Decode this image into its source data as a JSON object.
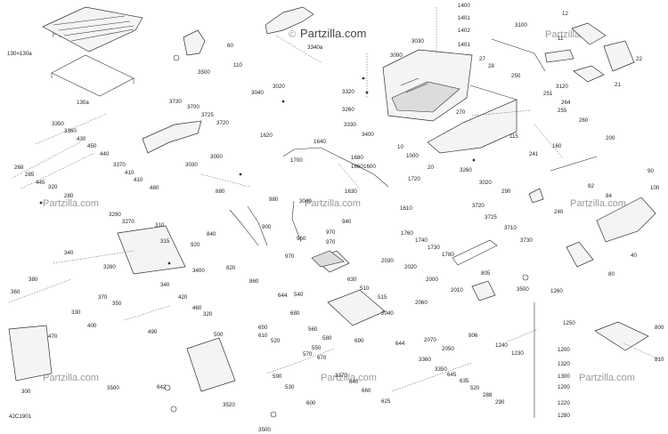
{
  "watermark": {
    "brand": "Partzilla.com",
    "copyright_symbol": "©"
  },
  "diagram_code": "42C1901",
  "labels": [
    {
      "id": "l130",
      "text": "130=130a"
    },
    {
      "id": "l130a",
      "text": "130a"
    },
    {
      "id": "l60",
      "text": "60"
    },
    {
      "id": "l110",
      "text": "110"
    },
    {
      "id": "l3500a",
      "text": "3500"
    },
    {
      "id": "l3340a",
      "text": "3340a"
    },
    {
      "id": "l1400",
      "text": "1400"
    },
    {
      "id": "l1401a",
      "text": "1401"
    },
    {
      "id": "l1402",
      "text": "1402"
    },
    {
      "id": "l1401b",
      "text": "1401"
    },
    {
      "id": "l3030a",
      "text": "3030"
    },
    {
      "id": "l3090",
      "text": "3090"
    },
    {
      "id": "l27",
      "text": "27"
    },
    {
      "id": "l28",
      "text": "28"
    },
    {
      "id": "l3100",
      "text": "3100"
    },
    {
      "id": "l12",
      "text": "12"
    },
    {
      "id": "l11",
      "text": "11"
    },
    {
      "id": "l22",
      "text": "22"
    },
    {
      "id": "l21",
      "text": "21"
    },
    {
      "id": "l3120",
      "text": "3120"
    },
    {
      "id": "l250",
      "text": "250"
    },
    {
      "id": "l251",
      "text": "251"
    },
    {
      "id": "l264",
      "text": "264"
    },
    {
      "id": "l255",
      "text": "255"
    },
    {
      "id": "l260",
      "text": "260"
    },
    {
      "id": "l3040a",
      "text": "3040"
    },
    {
      "id": "l3020a",
      "text": "3020"
    },
    {
      "id": "l3320",
      "text": "3320"
    },
    {
      "id": "l3260a",
      "text": "3260"
    },
    {
      "id": "l3330",
      "text": "3330"
    },
    {
      "id": "l3400a",
      "text": "3400"
    },
    {
      "id": "l10",
      "text": "10"
    },
    {
      "id": "l1000",
      "text": "1000"
    },
    {
      "id": "l270",
      "text": "270"
    },
    {
      "id": "l20",
      "text": "20"
    },
    {
      "id": "l115",
      "text": "115"
    },
    {
      "id": "l200",
      "text": "200"
    },
    {
      "id": "l160",
      "text": "160"
    },
    {
      "id": "l241",
      "text": "241"
    },
    {
      "id": "l3260b",
      "text": "3260"
    },
    {
      "id": "l3020b",
      "text": "3020"
    },
    {
      "id": "l290a",
      "text": "290"
    },
    {
      "id": "l3730a",
      "text": "3730"
    },
    {
      "id": "l3700",
      "text": "3700"
    },
    {
      "id": "l3725a",
      "text": "3725"
    },
    {
      "id": "l3720a",
      "text": "3720"
    },
    {
      "id": "l3350a",
      "text": "3350"
    },
    {
      "id": "l3360a",
      "text": "3360"
    },
    {
      "id": "l430",
      "text": "430"
    },
    {
      "id": "l450",
      "text": "450"
    },
    {
      "id": "l440",
      "text": "440"
    },
    {
      "id": "l3370a",
      "text": "3370"
    },
    {
      "id": "l410a",
      "text": "410"
    },
    {
      "id": "l410b",
      "text": "410"
    },
    {
      "id": "l480",
      "text": "480"
    },
    {
      "id": "l268",
      "text": "268"
    },
    {
      "id": "l285",
      "text": "285"
    },
    {
      "id": "l445",
      "text": "445"
    },
    {
      "id": "l320a",
      "text": "320"
    },
    {
      "id": "l280",
      "text": "280"
    },
    {
      "id": "l1620",
      "text": "1620"
    },
    {
      "id": "l1640",
      "text": "1640"
    },
    {
      "id": "l1700",
      "text": "1700"
    },
    {
      "id": "l1680",
      "text": "1680"
    },
    {
      "id": "l1660",
      "text": "1660"
    },
    {
      "id": "l1600",
      "text": "1600"
    },
    {
      "id": "l1630",
      "text": "1630"
    },
    {
      "id": "l1720",
      "text": "1720"
    },
    {
      "id": "l1610",
      "text": "1610"
    },
    {
      "id": "l3030b",
      "text": "3030"
    },
    {
      "id": "l3000",
      "text": "3000"
    },
    {
      "id": "l90",
      "text": "90"
    },
    {
      "id": "l100",
      "text": "100"
    },
    {
      "id": "l82",
      "text": "82"
    },
    {
      "id": "l84",
      "text": "84"
    },
    {
      "id": "l240",
      "text": "240"
    },
    {
      "id": "l40",
      "text": "40"
    },
    {
      "id": "l80",
      "text": "80"
    },
    {
      "id": "l880",
      "text": "880"
    },
    {
      "id": "l980",
      "text": "980"
    },
    {
      "id": "l3040b",
      "text": "3040"
    },
    {
      "id": "l940",
      "text": "940"
    },
    {
      "id": "l900",
      "text": "900"
    },
    {
      "id": "l970a",
      "text": "970"
    },
    {
      "id": "l960",
      "text": "960"
    },
    {
      "id": "l970b",
      "text": "970"
    },
    {
      "id": "l970c",
      "text": "970"
    },
    {
      "id": "l840",
      "text": "840"
    },
    {
      "id": "l920",
      "text": "920"
    },
    {
      "id": "l820",
      "text": "820"
    },
    {
      "id": "l860",
      "text": "860"
    },
    {
      "id": "l3290",
      "text": "3290"
    },
    {
      "id": "l3270",
      "text": "3270"
    },
    {
      "id": "l310",
      "text": "310"
    },
    {
      "id": "l315",
      "text": "315"
    },
    {
      "id": "l3280",
      "text": "3280"
    },
    {
      "id": "l3400b",
      "text": "3400"
    },
    {
      "id": "l3720b",
      "text": "3720"
    },
    {
      "id": "l3725b",
      "text": "3725"
    },
    {
      "id": "l3710",
      "text": "3710"
    },
    {
      "id": "l3730b",
      "text": "3730"
    },
    {
      "id": "l1760",
      "text": "1760"
    },
    {
      "id": "l1740",
      "text": "1740"
    },
    {
      "id": "l1730",
      "text": "1730"
    },
    {
      "id": "l1780",
      "text": "1780"
    },
    {
      "id": "l3500b",
      "text": "3500"
    },
    {
      "id": "l1260",
      "text": "1260"
    },
    {
      "id": "l340a",
      "text": "340"
    },
    {
      "id": "l380",
      "text": "380"
    },
    {
      "id": "l360",
      "text": "360"
    },
    {
      "id": "l370",
      "text": "370"
    },
    {
      "id": "l350",
      "text": "350"
    },
    {
      "id": "l330",
      "text": "330"
    },
    {
      "id": "l400",
      "text": "400"
    },
    {
      "id": "l470",
      "text": "470"
    },
    {
      "id": "l340b",
      "text": "340"
    },
    {
      "id": "l420",
      "text": "420"
    },
    {
      "id": "l460",
      "text": "460"
    },
    {
      "id": "l320b",
      "text": "320"
    },
    {
      "id": "l490",
      "text": "490"
    },
    {
      "id": "l2030",
      "text": "2030"
    },
    {
      "id": "l2020",
      "text": "2020"
    },
    {
      "id": "l630",
      "text": "630"
    },
    {
      "id": "l540",
      "text": "540"
    },
    {
      "id": "l510",
      "text": "510"
    },
    {
      "id": "l515",
      "text": "515"
    },
    {
      "id": "l644a",
      "text": "644"
    },
    {
      "id": "l680",
      "text": "680"
    },
    {
      "id": "l2000",
      "text": "2000"
    },
    {
      "id": "l2010",
      "text": "2010"
    },
    {
      "id": "l805",
      "text": "805"
    },
    {
      "id": "l2040",
      "text": "2040"
    },
    {
      "id": "l2060",
      "text": "2060"
    },
    {
      "id": "l650",
      "text": "650"
    },
    {
      "id": "l610",
      "text": "610"
    },
    {
      "id": "l520a",
      "text": "520"
    },
    {
      "id": "l560",
      "text": "560"
    },
    {
      "id": "l580",
      "text": "580"
    },
    {
      "id": "l550",
      "text": "550"
    },
    {
      "id": "l570",
      "text": "570"
    },
    {
      "id": "l690",
      "text": "690"
    },
    {
      "id": "l644b",
      "text": "644"
    },
    {
      "id": "l2070",
      "text": "2070"
    },
    {
      "id": "l2050",
      "text": "2050"
    },
    {
      "id": "l806",
      "text": "806"
    },
    {
      "id": "l1250",
      "text": "1250"
    },
    {
      "id": "l1240",
      "text": "1240"
    },
    {
      "id": "l1200a",
      "text": "1200"
    },
    {
      "id": "l1230",
      "text": "1230"
    },
    {
      "id": "l1320",
      "text": "1320"
    },
    {
      "id": "l1300",
      "text": "1300"
    },
    {
      "id": "l1200b",
      "text": "1200"
    },
    {
      "id": "l1220",
      "text": "1220"
    },
    {
      "id": "l1280",
      "text": "1280"
    },
    {
      "id": "l800",
      "text": "800"
    },
    {
      "id": "l810",
      "text": "810"
    },
    {
      "id": "l300",
      "text": "300"
    },
    {
      "id": "l3500c",
      "text": "3500"
    },
    {
      "id": "l500",
      "text": "500"
    },
    {
      "id": "l642",
      "text": "642"
    },
    {
      "id": "l3520",
      "text": "3520"
    },
    {
      "id": "l3500d",
      "text": "3500"
    },
    {
      "id": "l590",
      "text": "590"
    },
    {
      "id": "l670",
      "text": "670"
    },
    {
      "id": "l530",
      "text": "530"
    },
    {
      "id": "l600",
      "text": "600"
    },
    {
      "id": "l3370b",
      "text": "3370"
    },
    {
      "id": "l640",
      "text": "640"
    },
    {
      "id": "l660",
      "text": "660"
    },
    {
      "id": "l625",
      "text": "625"
    },
    {
      "id": "l3360b",
      "text": "3360"
    },
    {
      "id": "l3350b",
      "text": "3350"
    },
    {
      "id": "l645",
      "text": "645"
    },
    {
      "id": "l635",
      "text": "635"
    },
    {
      "id": "l520b",
      "text": "520"
    },
    {
      "id": "l288",
      "text": "288"
    },
    {
      "id": "l290b",
      "text": "290"
    }
  ]
}
